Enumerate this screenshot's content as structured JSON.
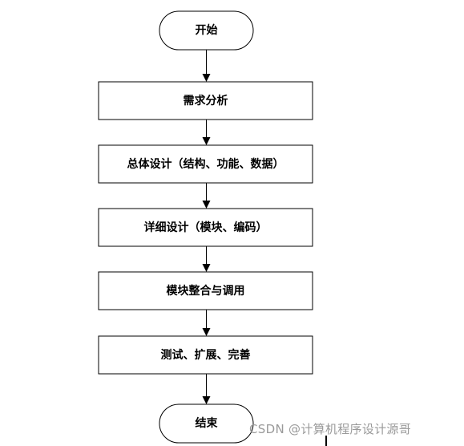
{
  "flowchart": {
    "start": "开始",
    "steps": [
      "需求分析",
      "总体设计（结构、功能、数据）",
      "详细设计（模块、编码）",
      "模块整合与调用",
      "测试、扩展、完善"
    ],
    "end": "结束"
  },
  "watermark": "CSDN @计算机程序设计源哥",
  "colors": {
    "stroke": "#000000",
    "fill": "#ffffff",
    "watermark": "#9a9a9a"
  }
}
